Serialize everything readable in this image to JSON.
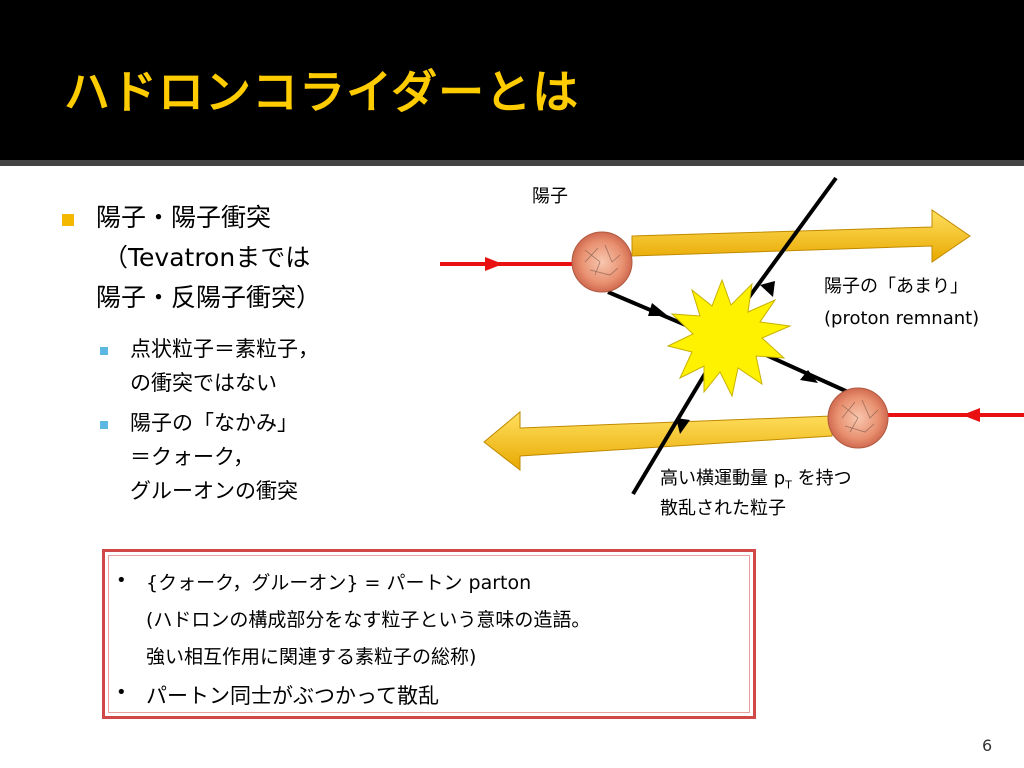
{
  "slide": {
    "title": "ハドロンコライダーとは",
    "page_number": "6"
  },
  "bullets": {
    "main_line1": "陽子・陽子衝突",
    "main_line2": "（Tevatronまでは",
    "main_line3": "陽子・反陽子衝突）",
    "sub1_line1": "点状粒子＝素粒子，",
    "sub1_line2": "の衝突ではない",
    "sub2_line1": "陽子の「なかみ」",
    "sub2_line2": "＝クォーク，",
    "sub2_line3": "グルーオンの衝突"
  },
  "diagram": {
    "proton_label": "陽子",
    "remnant_label_jp": "陽子の「あまり」",
    "remnant_label_en": "(proton remnant)",
    "scattered_line1_prefix": "高い横運動量 p",
    "scattered_line1_sub": "T",
    "scattered_line1_suffix": " を持つ",
    "scattered_line2": "散乱された粒子"
  },
  "box": {
    "bullet_symbol": "•",
    "item1_line1": "{クォーク，グルーオン} = パートン parton",
    "item1_line2": "(ハドロンの構成部分をなす粒子という意味の造語。",
    "item1_line3": "強い相互作用に関連する素粒子の総称)",
    "item2": "パートン同士がぶつかって散乱"
  },
  "colors": {
    "title": "#FFCC00",
    "header_bg": "#000000",
    "bullet_main": "#F5B800",
    "bullet_sub": "#5BB8E0",
    "beam_arrow": "#F5C400",
    "incoming_line": "#E81010",
    "box_border": "#D04848"
  }
}
